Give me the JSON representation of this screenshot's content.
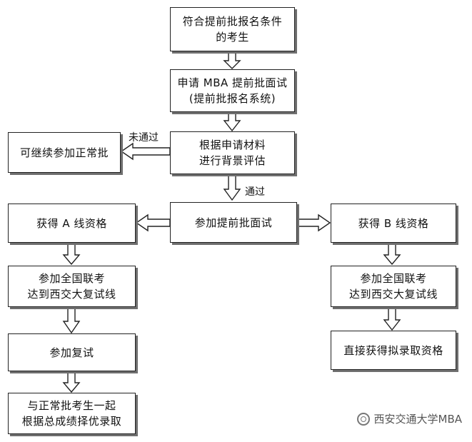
{
  "nodes": {
    "eligible": {
      "line1": "符合提前批报名条件",
      "line2": "的考生"
    },
    "apply": {
      "line1": "申请 MBA 提前批面试",
      "line2": "(提前批报名系统)"
    },
    "evaluate": {
      "line1": "根据申请材料",
      "line2": "进行背景评估"
    },
    "regular": {
      "line1": "可继续参加正常批"
    },
    "interview": {
      "line1": "参加提前批面试"
    },
    "a_qual": {
      "line1": "获得 A 线资格"
    },
    "b_qual": {
      "line1": "获得 B 线资格"
    },
    "exam_a": {
      "line1": "参加全国联考",
      "line2": "达到西交大复试线"
    },
    "exam_b": {
      "line1": "参加全国联考",
      "line2": "达到西交大复试线"
    },
    "retest": {
      "line1": "参加复试"
    },
    "admit_direct": {
      "line1": "直接获得拟录取资格"
    },
    "compete": {
      "line1": "与正常批考生一起",
      "line2": "根据总成绩择优录取"
    }
  },
  "labels": {
    "fail": "未通过",
    "pass": "通过"
  },
  "watermark": {
    "text": "西安交通大学MBA",
    "icon": "wechat-ring-icon"
  }
}
